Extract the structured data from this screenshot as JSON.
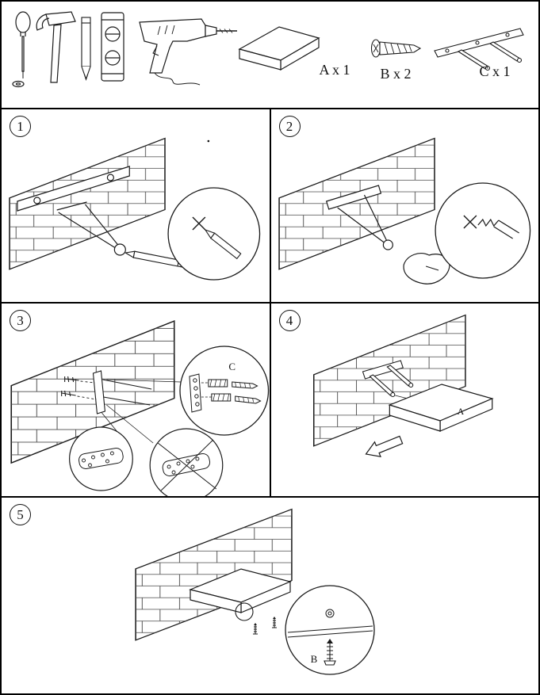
{
  "header": {
    "tools": [
      "awl",
      "hammer",
      "pencil",
      "level",
      "drill"
    ],
    "parts": {
      "a": {
        "label": "A x 1"
      },
      "b": {
        "label": "B x 2"
      },
      "c": {
        "label": "C x 1"
      }
    }
  },
  "steps": {
    "s1": {
      "number": "1"
    },
    "s2": {
      "number": "2"
    },
    "s3": {
      "number": "3",
      "label_c": "C"
    },
    "s4": {
      "number": "4",
      "label_a": "A"
    },
    "s5": {
      "number": "5",
      "label_b": "B"
    }
  }
}
